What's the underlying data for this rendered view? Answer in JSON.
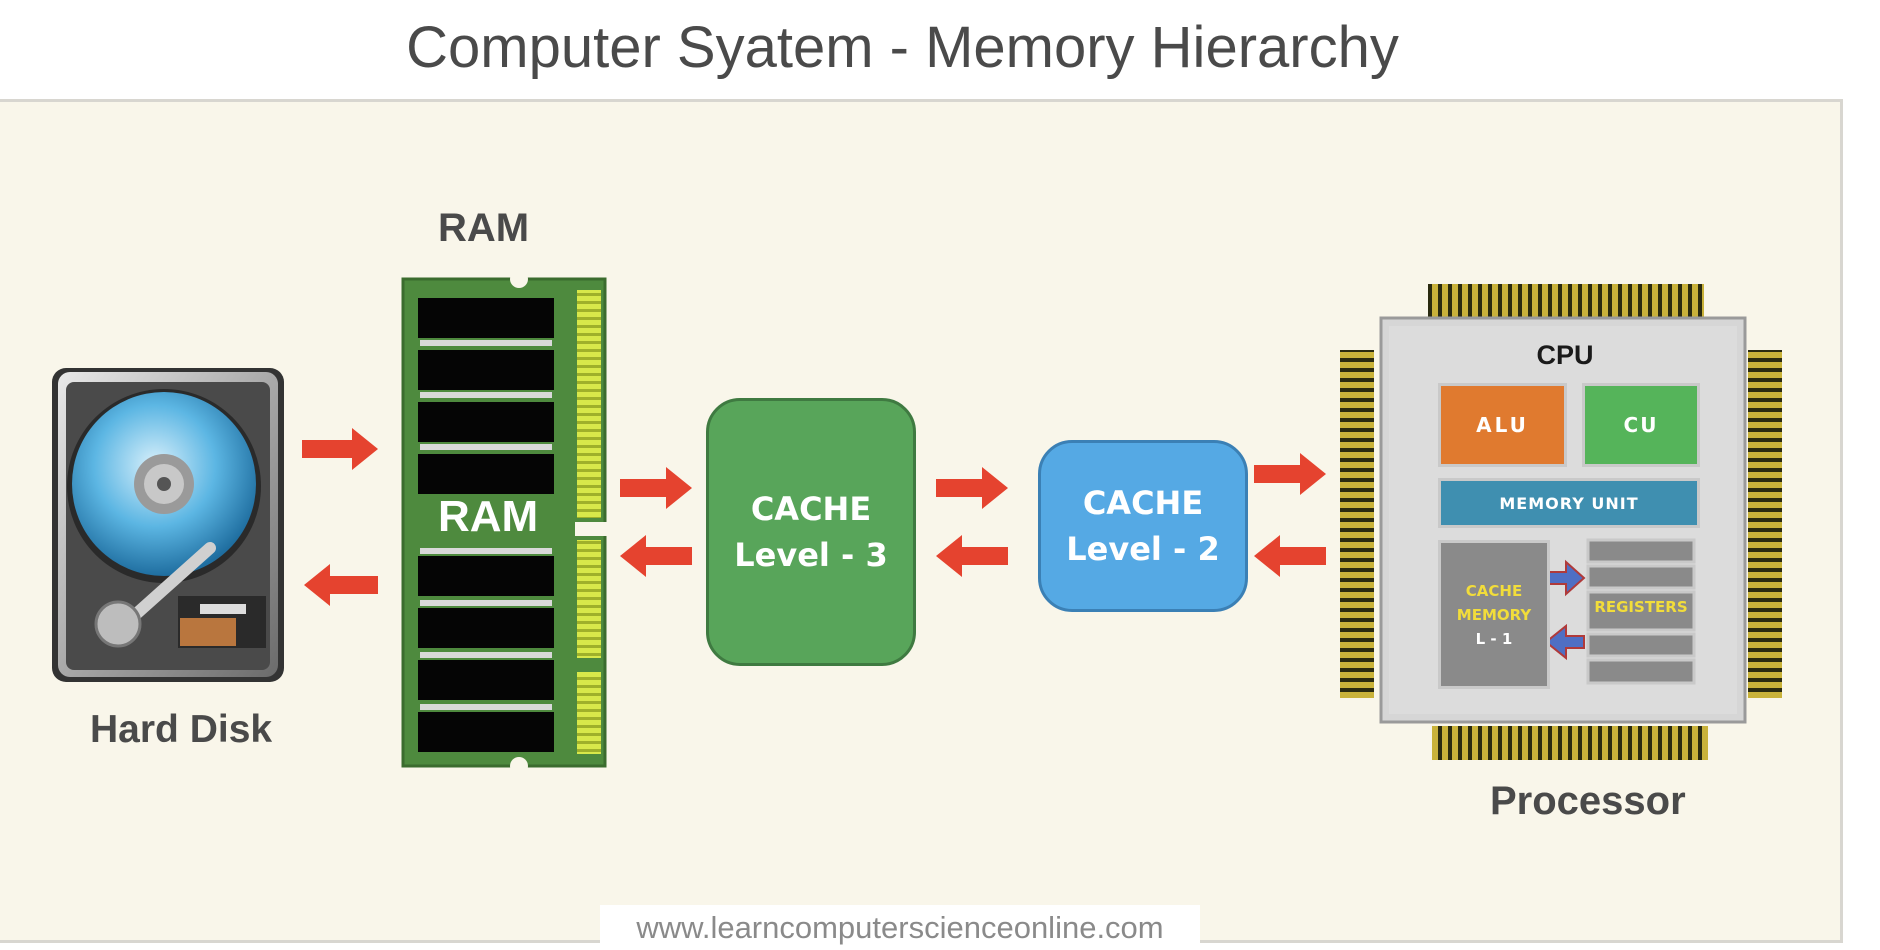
{
  "title": "Computer Syatem - Memory Hierarchy",
  "hard_disk": {
    "label": "Hard Disk"
  },
  "ram": {
    "top_label": "RAM",
    "module_label": "RAM"
  },
  "cache_l3": {
    "line1": "CACHE",
    "line2": "Level - 3"
  },
  "cache_l2": {
    "line1": "CACHE",
    "line2": "Level - 2"
  },
  "processor": {
    "label": "Processor",
    "cpu_title": "CPU",
    "alu": "ALU",
    "cu": "CU",
    "memory_unit": "MEMORY UNIT",
    "cache_memory": {
      "line1": "CACHE",
      "line2": "MEMORY",
      "line3": "L - 1"
    },
    "registers": "REGISTERS"
  },
  "watermark": "www.learncomputerscienceonline.com",
  "colors": {
    "arrow": "#e5432f",
    "ram_board": "#4e8a3e",
    "cache_l3": "#58a55a",
    "cache_l2": "#55a9e4",
    "alu": "#e07a2f",
    "cu": "#55b45a",
    "memory_unit": "#3f8fb0"
  }
}
